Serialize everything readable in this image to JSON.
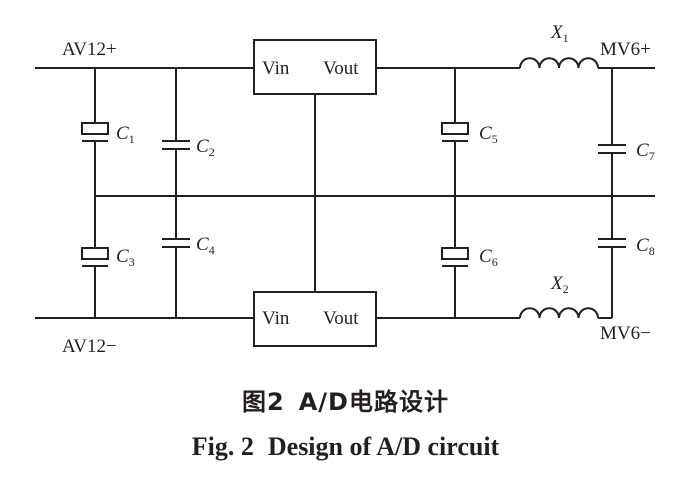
{
  "labels": {
    "top_left": "AV12+",
    "bottom_left": "AV12−",
    "top_right": "MV6+",
    "bottom_right": "MV6−",
    "vin": "Vin",
    "vout": "Vout"
  },
  "capacitors": [
    {
      "letter": "C",
      "sub": "1"
    },
    {
      "letter": "C",
      "sub": "2"
    },
    {
      "letter": "C",
      "sub": "3"
    },
    {
      "letter": "C",
      "sub": "4"
    },
    {
      "letter": "C",
      "sub": "5"
    },
    {
      "letter": "C",
      "sub": "6"
    },
    {
      "letter": "C",
      "sub": "7"
    },
    {
      "letter": "C",
      "sub": "8"
    }
  ],
  "inductors": [
    {
      "letter": "X",
      "sub": "1"
    },
    {
      "letter": "X",
      "sub": "2"
    }
  ],
  "caption": {
    "cn_fig": "图2",
    "cn_text": "A/D电路设计",
    "en_fig": "Fig. 2",
    "en_text": "Design of A/D circuit"
  }
}
